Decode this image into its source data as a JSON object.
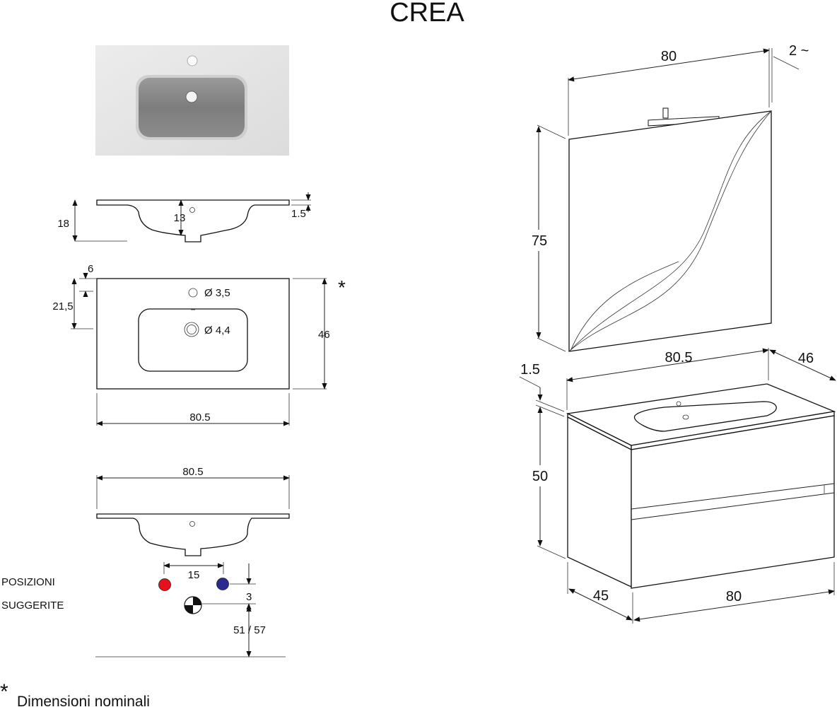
{
  "title": "CREA",
  "footnote": {
    "mark": "*",
    "text": "Dimensioni nominali"
  },
  "basin_side": {
    "height": "18",
    "depth": "13",
    "rim": "1.5"
  },
  "basin_top": {
    "edge_offset": "6",
    "hole_offset": "21,5",
    "depth": "46",
    "width": "80.5",
    "tap_hole": "Ø 3,5",
    "drain_hole": "Ø 4,4",
    "asterisk": "*"
  },
  "basin_front": {
    "width": "80.5"
  },
  "connections": {
    "label_line1": "POSIZIONI",
    "label_line2": "SUGGERITE",
    "spacing": "15",
    "offset": "3",
    "height": "51 / 57",
    "hot_color": "#e8101c",
    "cold_color": "#2a2a8f"
  },
  "mirror": {
    "width": "80",
    "gap": "2 ~",
    "height": "75"
  },
  "cabinet": {
    "top_width": "80.5",
    "top_depth": "46",
    "rim": "1.5",
    "height": "50",
    "depth": "45",
    "width": "80"
  }
}
